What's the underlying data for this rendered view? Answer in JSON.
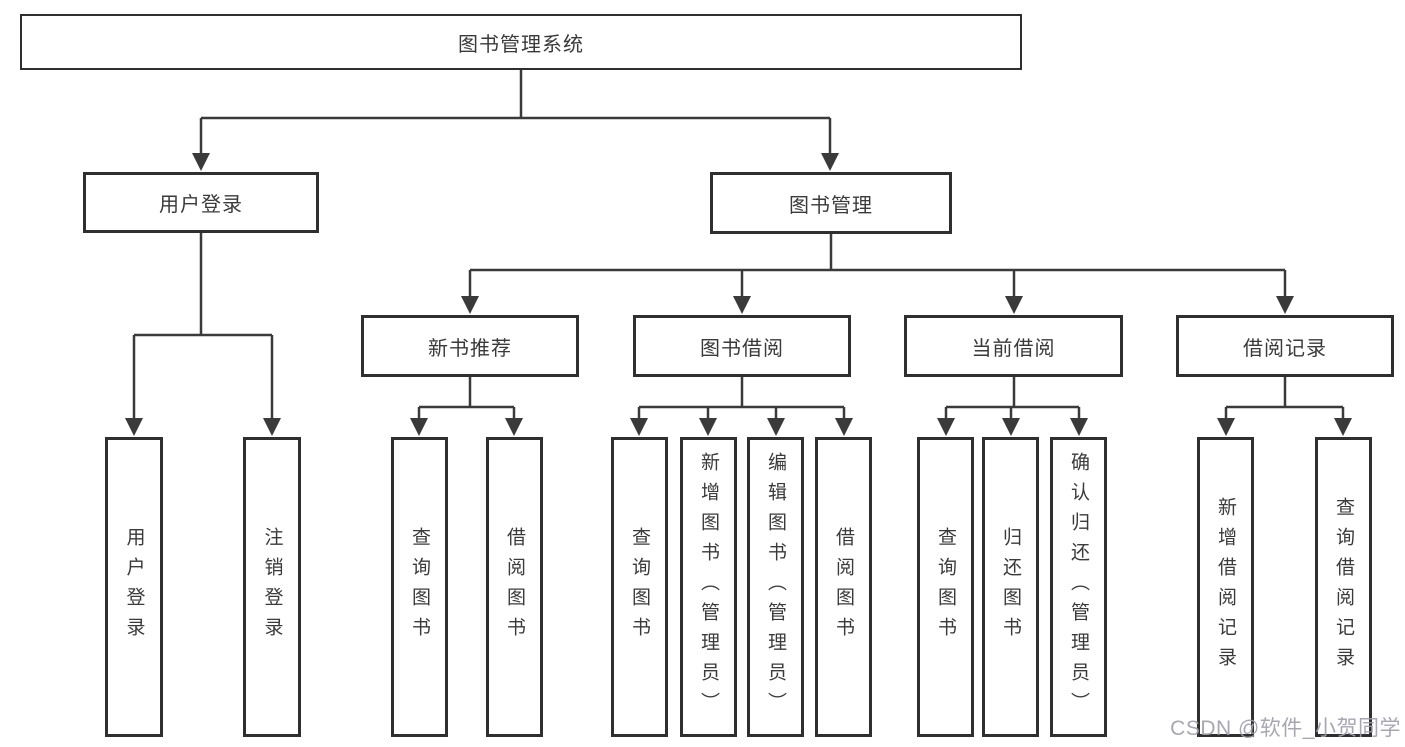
{
  "diagram": {
    "root_label": "图书管理系统",
    "branches": [
      {
        "label": "用户登录",
        "children": [
          "用户登录",
          "注销登录"
        ]
      },
      {
        "label": "图书管理",
        "sections": [
          {
            "label": "新书推荐",
            "children": [
              "查询图书",
              "借阅图书"
            ]
          },
          {
            "label": "图书借阅",
            "children": [
              "查询图书",
              "新增图书（管理员）",
              "编辑图书（管理员）",
              "借阅图书"
            ]
          },
          {
            "label": "当前借阅",
            "children": [
              "查询图书",
              "归还图书",
              "确认归还（管理员）"
            ]
          },
          {
            "label": "借阅记录",
            "children": [
              "新增借阅记录",
              "查询借阅记录"
            ]
          }
        ]
      }
    ]
  },
  "watermark": {
    "text": "CSDN @软件_小贺同学",
    "color": "#9e9faa"
  },
  "colors": {
    "line": "#3a3a3a",
    "box_border": "#2f2f2f",
    "text": "#3a3a3a",
    "background": "#ffffff"
  }
}
